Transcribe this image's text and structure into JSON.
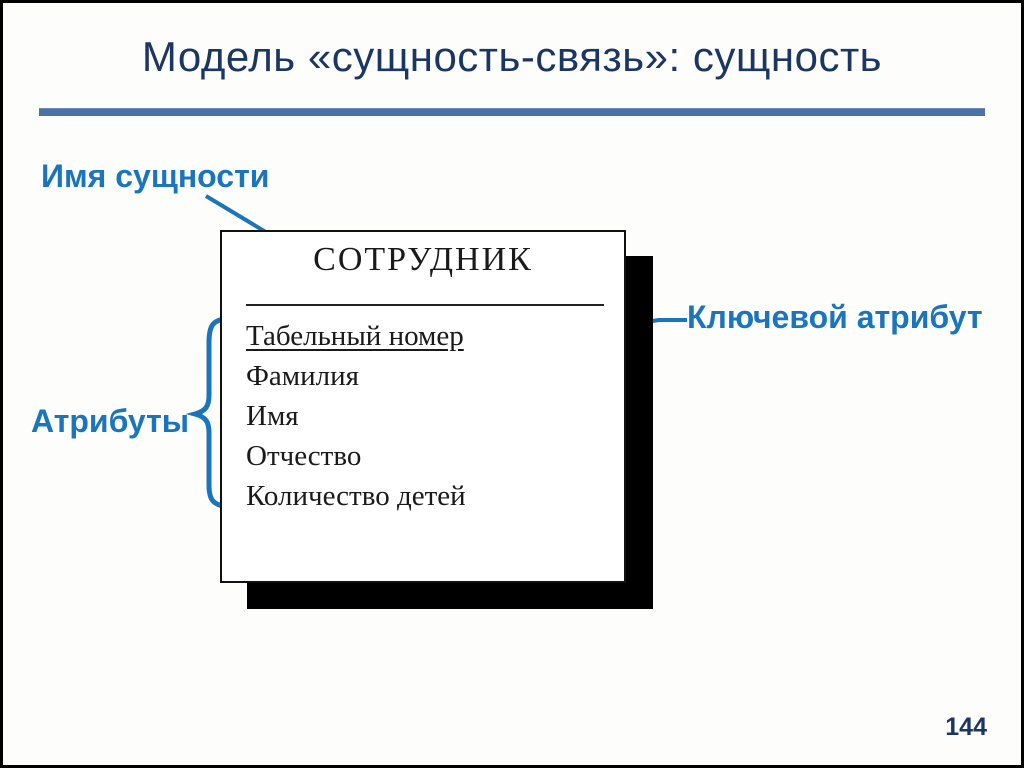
{
  "slide": {
    "title": "Модель «сущность-связь»: сущность",
    "page_number": "144"
  },
  "labels": {
    "entity_name": "Имя сущности",
    "key_attribute": "Ключевой атрибут",
    "attributes": "Атрибуты"
  },
  "entity": {
    "name": "СОТРУДНИК",
    "attributes": [
      {
        "text": "Табельный номер",
        "is_key": true
      },
      {
        "text": "Фамилия",
        "is_key": false
      },
      {
        "text": "Имя",
        "is_key": false
      },
      {
        "text": "Отчество",
        "is_key": false
      },
      {
        "text": "Количество детей",
        "is_key": false
      }
    ]
  },
  "colors": {
    "label_blue": "#1B75BC",
    "title_navy": "#1C3663",
    "rule_blue": "#4C73A8",
    "entity_border": "#111111",
    "entity_shadow": "#000000",
    "background": "#FDFDFB"
  }
}
